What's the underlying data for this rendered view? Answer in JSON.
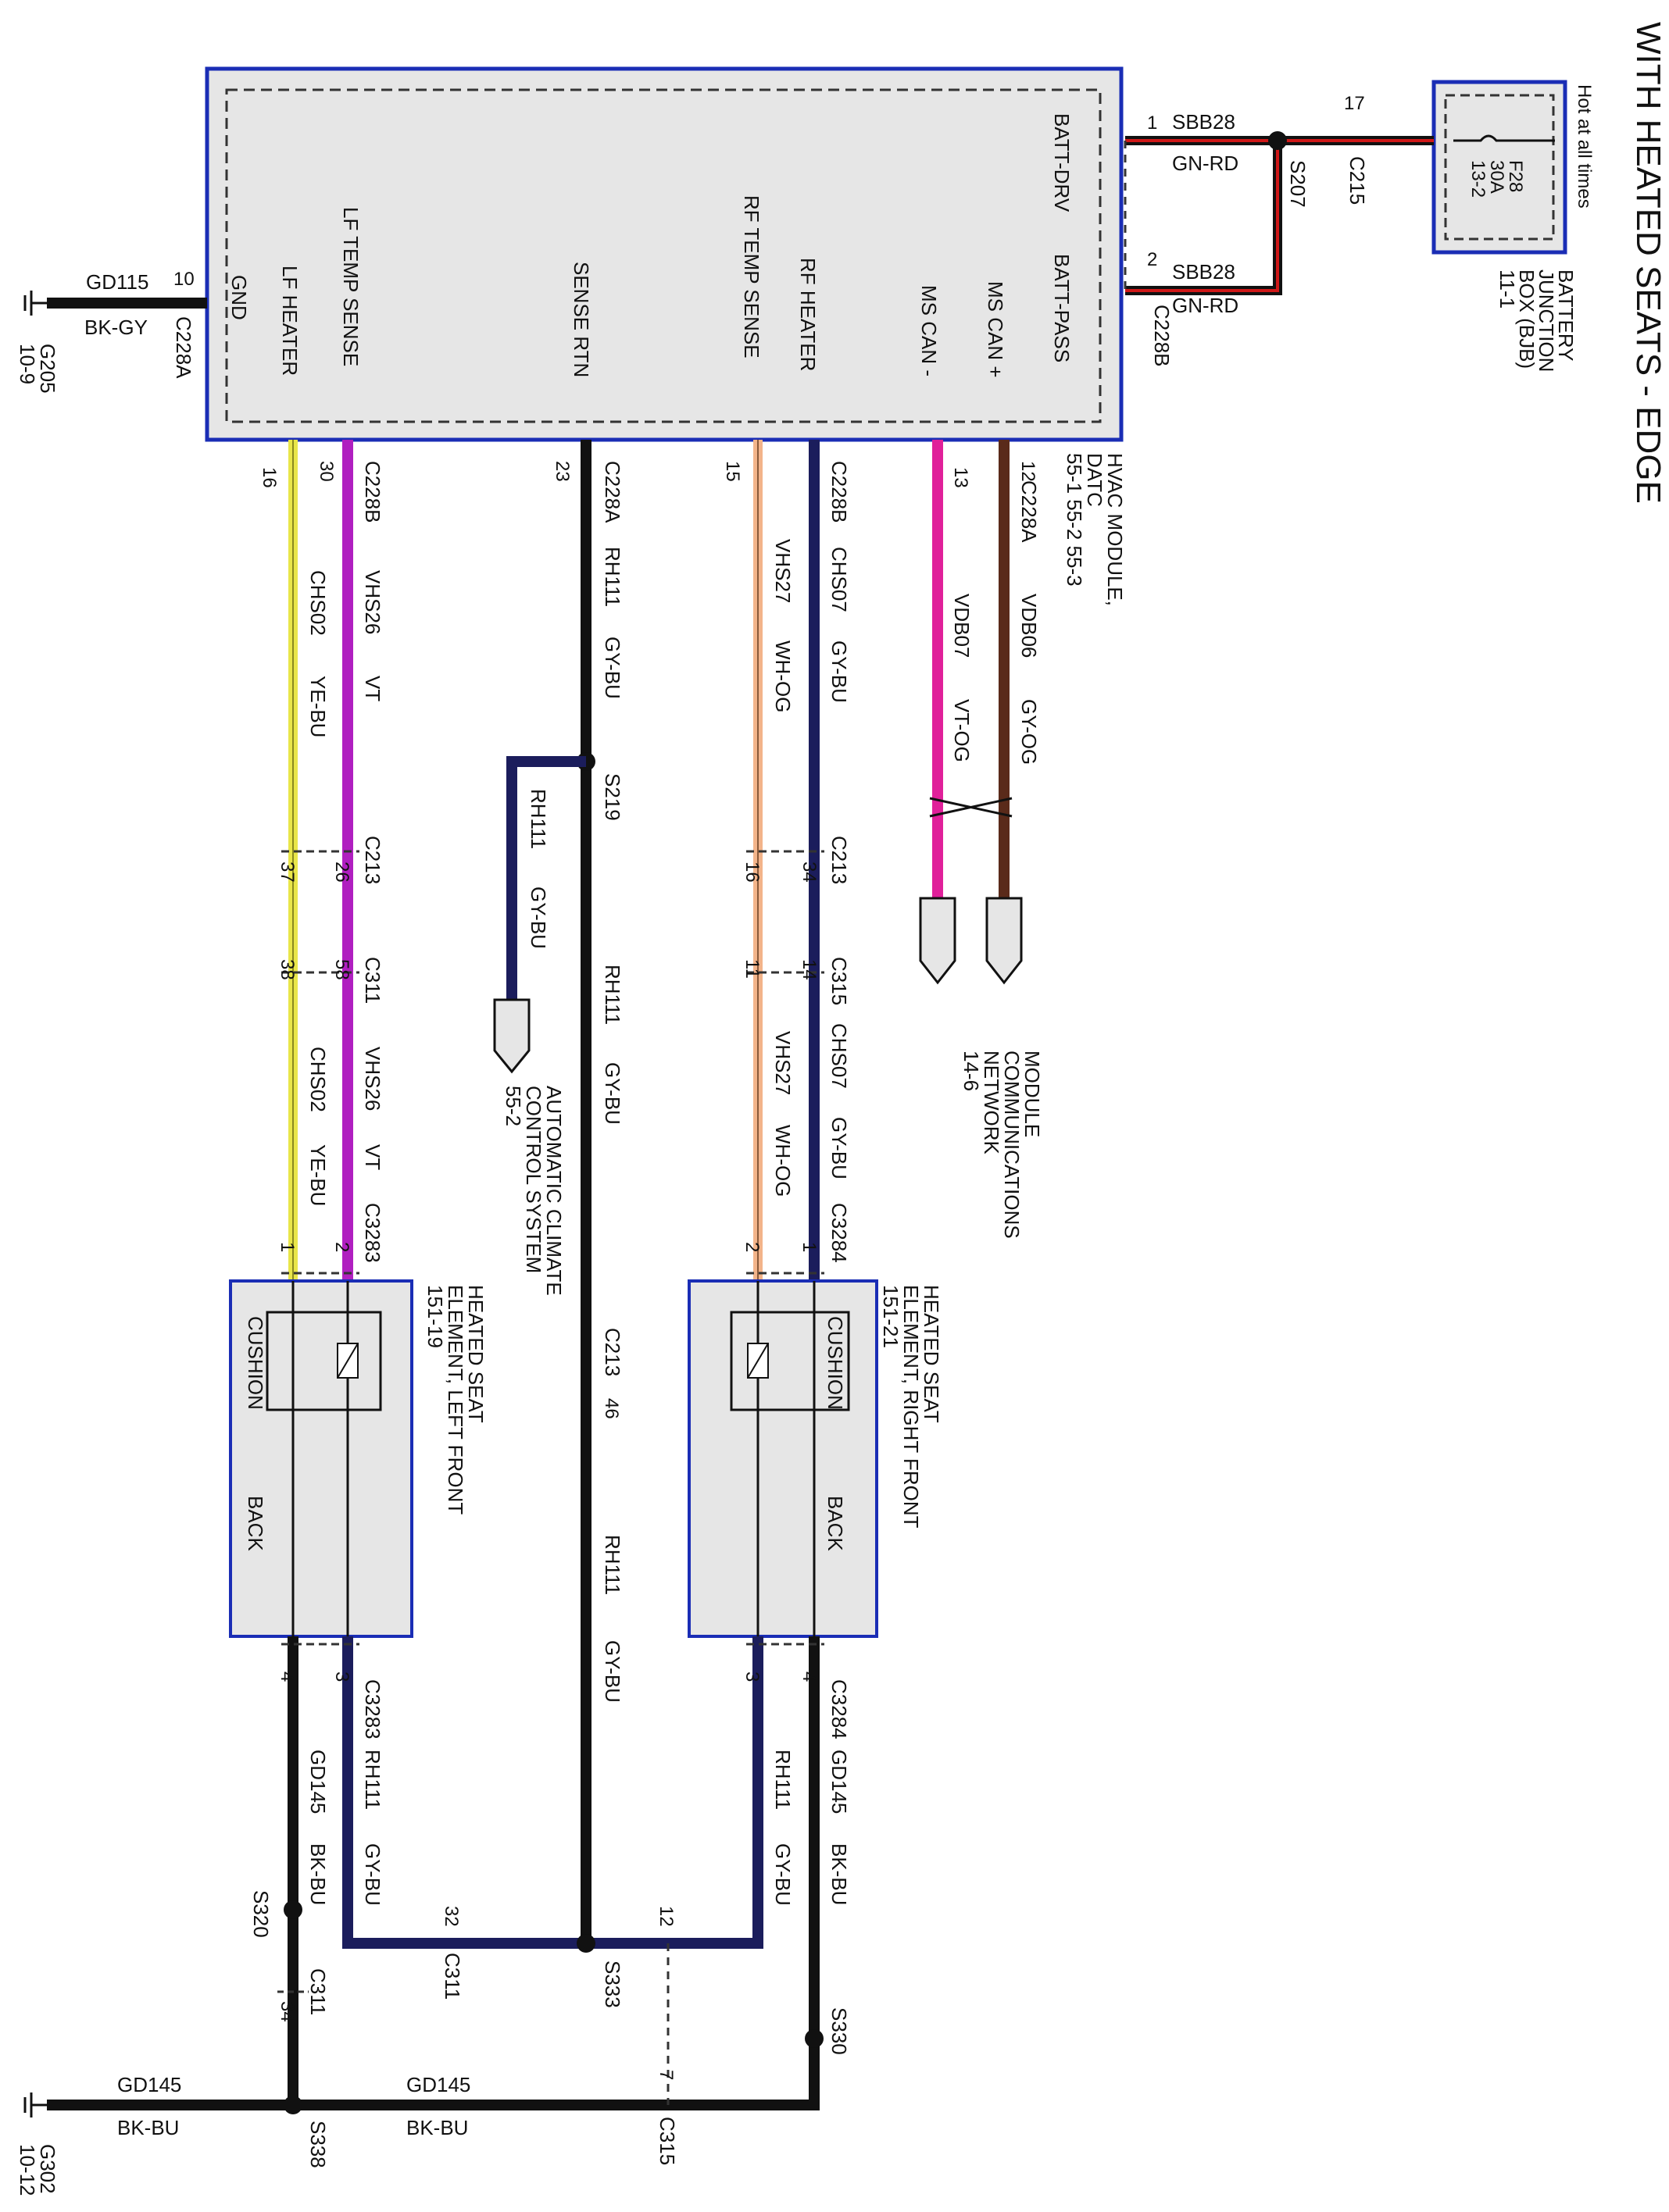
{
  "title": "WITH HEATED SEATS - EDGE",
  "hvac_module": {
    "name_lines": [
      "HVAC MODULE,",
      "DATC",
      "55-1  55-2  55-3"
    ],
    "pins": {
      "batt_drv": "BATT-DRV",
      "batt_pass": "BATT-PASS",
      "ms_can_plus": "MS CAN +",
      "ms_can_minus": "MS CAN -",
      "rf_heater": "RF HEATER",
      "rf_temp_sense": "RF TEMP SENSE",
      "sense_rtn": "SENSE RTN",
      "lf_temp_sense": "LF TEMP SENSE",
      "lf_heater": "LF HEATER",
      "gnd": "GND"
    }
  },
  "bjb": {
    "fuse": "F28",
    "rating": "30A",
    "ref": "13-2",
    "hot": "Hot at all times",
    "name_lines": [
      "BATTERY",
      "JUNCTION",
      "BOX (BJB)",
      "11-1"
    ]
  },
  "ground_top": {
    "circuit": "GD115",
    "color": "BK-GY",
    "pin": "10",
    "connector": "C228A",
    "ground": "G205",
    "ref": "10-9"
  },
  "ground_bottom": {
    "ground": "G302",
    "ref": "10-12"
  },
  "wire_labels": {
    "sbb28": "SBB28",
    "gn_rd": "GN-RD",
    "pin_1": "1",
    "pin_2": "2",
    "pin_17": "17",
    "s207": "S207",
    "c215": "C215",
    "c228b": "C228B",
    "c228a": "C228A",
    "vdb06": "VDB06",
    "gy_og": "GY-OG",
    "vdb07": "VDB07",
    "vt_og": "VT-OG",
    "pin_12": "12",
    "pin_13": "13",
    "chs07": "CHS07",
    "gy_bu": "GY-BU",
    "vhs27": "VHS27",
    "wh_og": "WH-OG",
    "rh111": "RH111",
    "vhs26": "VHS26",
    "vt": "VT",
    "chs02": "CHS02",
    "ye_bu": "YE-BU",
    "gd145": "GD145",
    "bk_bu": "BK-BU",
    "pin_15": "15",
    "pin_23": "23",
    "pin_30": "30",
    "pin_16": "16",
    "s219": "S219",
    "c213": "C213",
    "c311": "C311",
    "c315": "C315",
    "c3283": "C3283",
    "c3284": "C3284",
    "pin_34": "34",
    "pin_26": "26",
    "pin_37": "37",
    "pin_14": "14",
    "pin_11": "11",
    "pin_58": "58",
    "pin_38": "38",
    "pin_46": "46",
    "pin_3": "3",
    "pin_4": "4",
    "pin_32": "32",
    "pin_7": "7",
    "s320": "S320",
    "s330": "S330",
    "s333": "S333",
    "s338": "S338"
  },
  "mcn": {
    "name_lines": [
      "MODULE",
      "COMMUNICATIONS",
      "NETWORK",
      "14-6"
    ]
  },
  "acc": {
    "name_lines": [
      "AUTOMATIC CLIMATE",
      "CONTROL SYSTEM",
      "55-2"
    ]
  },
  "seat_right": {
    "name_lines": [
      "HEATED SEAT",
      "ELEMENT, RIGHT FRONT",
      "151-21"
    ],
    "cushion": "CUSHION",
    "back": "BACK"
  },
  "seat_left": {
    "name_lines": [
      "HEATED SEAT",
      "ELEMENT, LEFT FRONT",
      "151-19"
    ],
    "cushion": "CUSHION",
    "back": "BACK"
  },
  "colors": {
    "outline": "#1a2db5",
    "module_fill": "#e6e6e6",
    "wire_black": "#111111",
    "wire_navy": "#1b1d5c",
    "wire_red": "#d01818",
    "wire_magenta": "#e0209a",
    "wire_violet": "#b01fc0",
    "wire_yellow": "#e9e64a",
    "wire_orange": "#f3b48a",
    "wire_brown": "#5a2a1a"
  }
}
